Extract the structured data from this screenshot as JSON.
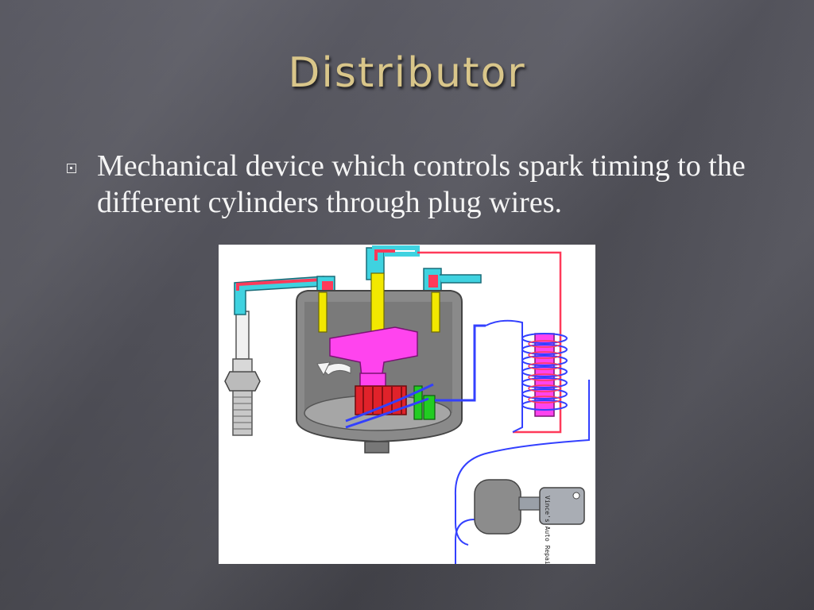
{
  "slide": {
    "title": "Distributor",
    "bullets": [
      {
        "text": "Mechanical device which controls spark timing to the different cylinders through plug wires."
      }
    ]
  },
  "figure": {
    "key_tag_text": "Vince's Auto Repair"
  },
  "colors": {
    "title": "#d9c68a",
    "body_text": "#f4f4f4",
    "rotor": "#ff44ee",
    "cap_terminal": "#f2e800",
    "boot": "#3fd2e0",
    "hot_wire": "#ff3a5a",
    "primary_wire": "#3340ff",
    "pickup": "#22cc22"
  }
}
